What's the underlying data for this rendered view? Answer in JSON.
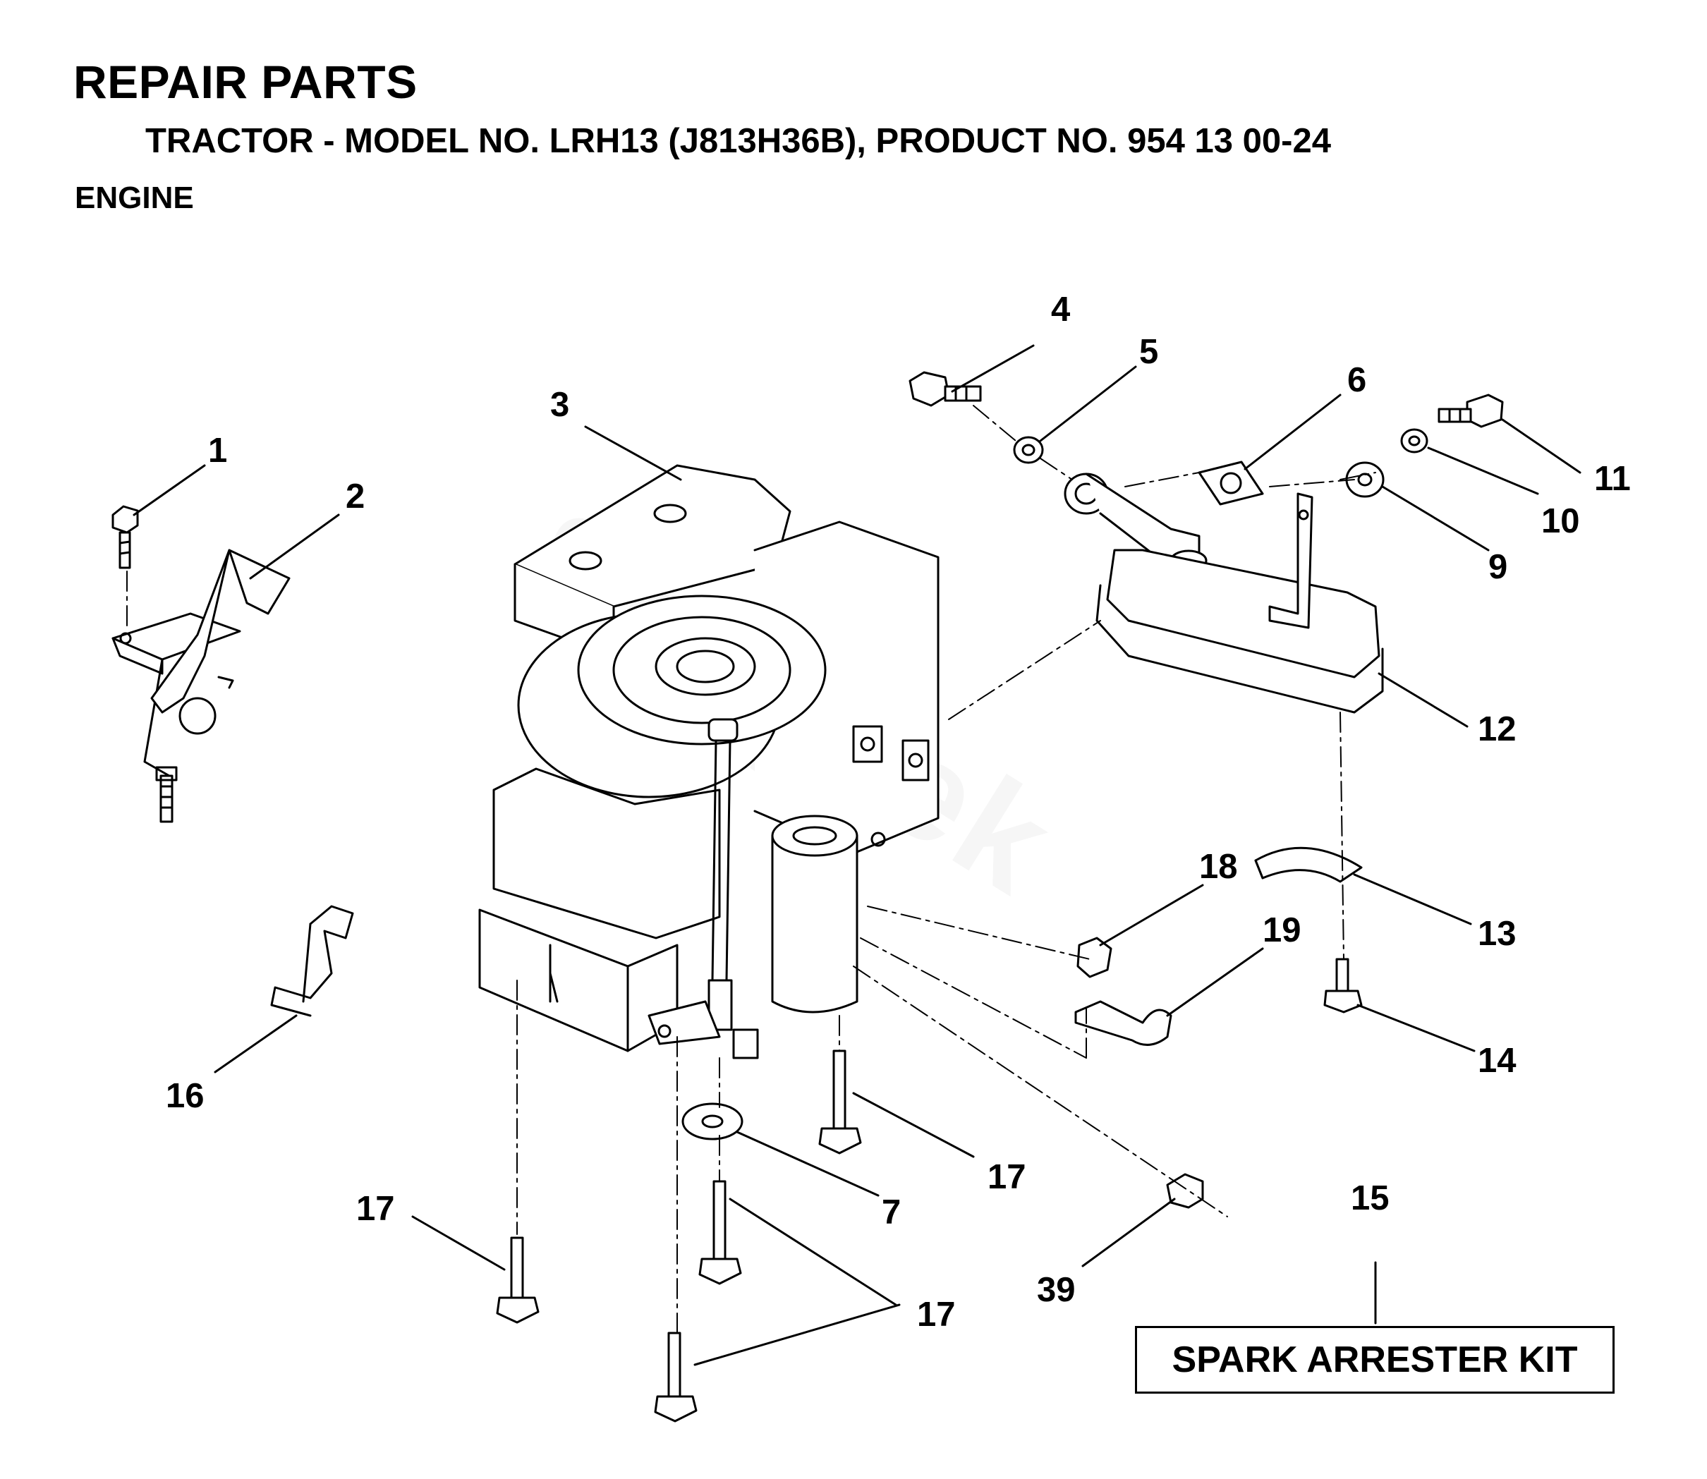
{
  "header": {
    "title": "REPAIR PARTS",
    "subtitle": "TRACTOR - MODEL NO. LRH13 (J813H36B),  PRODUCT NO. 954 13 00-24",
    "section": "ENGINE"
  },
  "callouts": {
    "c1": "1",
    "c2": "2",
    "c3": "3",
    "c4": "4",
    "c5": "5",
    "c6": "6",
    "c7": "7",
    "c9": "9",
    "c10": "10",
    "c11": "11",
    "c12": "12",
    "c13": "13",
    "c14": "14",
    "c15": "15",
    "c16": "16",
    "c17a": "17",
    "c17b": "17",
    "c17c": "17",
    "c18": "18",
    "c19": "19",
    "c39": "39"
  },
  "kit_label": "SPARK ARRESTER KIT",
  "watermark": "Strojček"
}
